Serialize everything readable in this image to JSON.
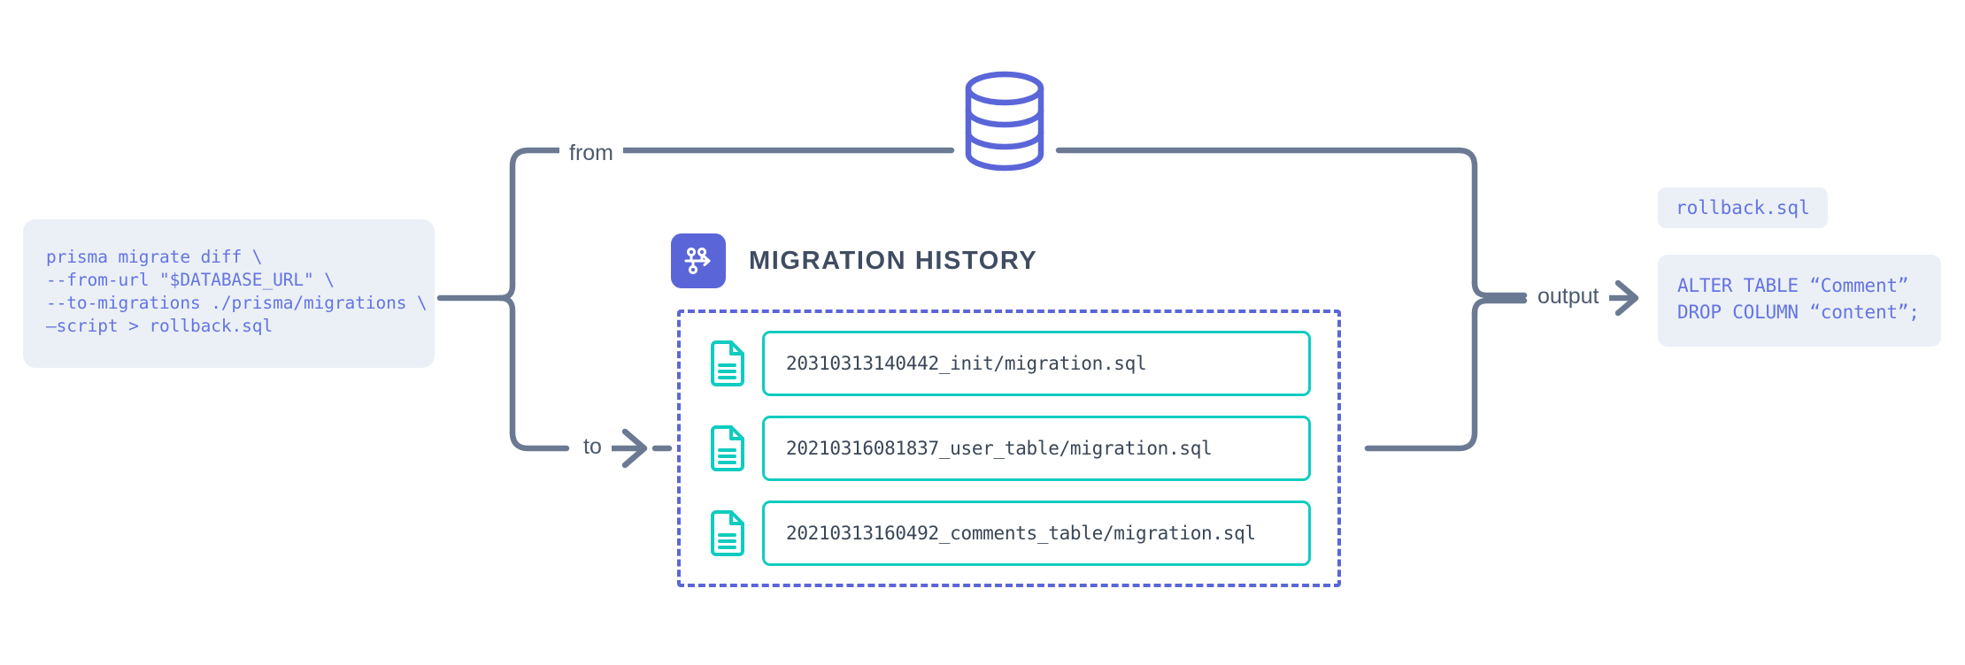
{
  "command": {
    "name": "prisma-migrate-diff-command",
    "lines": [
      "prisma migrate diff \\",
      "--from-url \"$DATABASE_URL\" \\",
      "--to-migrations ./prisma/migrations \\",
      "–script > rollback.sql"
    ]
  },
  "connectors": {
    "from_label": "from",
    "to_label": "to",
    "output_label": "output"
  },
  "database": {
    "icon": "database-cylinder-icon"
  },
  "migration_history": {
    "icon": "migration-branch-icon",
    "title": "MIGRATION HISTORY",
    "files": [
      {
        "icon": "file-document-icon",
        "name": "20310313140442_init/migration.sql"
      },
      {
        "icon": "file-document-icon",
        "name": "20210316081837_user_table/migration.sql"
      },
      {
        "icon": "file-document-icon",
        "name": "20210313160492_comments_table/migration.sql"
      }
    ]
  },
  "output": {
    "filename_tag": "rollback.sql",
    "sql_lines": [
      "ALTER TABLE “Comment”",
      "DROP COLUMN “content”;"
    ]
  },
  "colors": {
    "indigo": "#5A66D8",
    "periwinkle_text": "#6474E2",
    "teal": "#0FCCC0",
    "slate_line": "#6B7A92",
    "dark_slate_text": "#3F4C61",
    "panel_bg": "#EBF0F6"
  }
}
